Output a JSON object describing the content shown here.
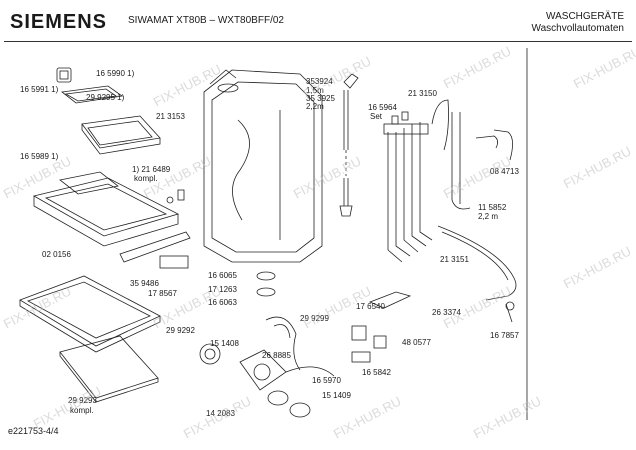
{
  "header": {
    "brand": "SIEMENS",
    "model": "SIWAMAT XT80B – WXT80BFF/02",
    "category_line1": "WASCHGERÄTE",
    "category_line2": "Waschvollautomaten"
  },
  "footer": {
    "diagram_id": "e221753-4/4"
  },
  "watermark": {
    "text": "FIX-HUB.RU"
  },
  "labels": {
    "p165990": "16 5990 1)",
    "p165991": "16 5991 1)",
    "p299295": "29 9295 1)",
    "p213153": "21 3153",
    "p165989": "16 5989 1)",
    "p216489": "1) 21 6489",
    "kompl1": "kompl.",
    "p020156": "02 0156",
    "p359486": "35 9486",
    "p178567": "17 8567",
    "p299292": "29 9292",
    "p299293": "29 9293",
    "kompl2": "kompl.",
    "p353924": "353924",
    "len15": "1,5m",
    "p353925": "35 3925",
    "len22a": "2,2m",
    "p165964": "16 5964",
    "set": "Set",
    "p213150": "21 3150",
    "p084713": "08 4713",
    "p115852": "11 5852",
    "len22b": "2,2 m",
    "p213151": "21 3151",
    "p166065": "16 6065",
    "p171263": "17 1263",
    "p166063": "16 6063",
    "p299299": "29 9299",
    "p176540": "17 6540",
    "p263374": "26 3374",
    "p151408": "15 1408",
    "p268885": "26 8885",
    "p480577": "48 0577",
    "p167857": "16 7857",
    "p165842": "16 5842",
    "p165970": "16 5970",
    "p151409": "15 1409",
    "p142083": "14 2083"
  }
}
